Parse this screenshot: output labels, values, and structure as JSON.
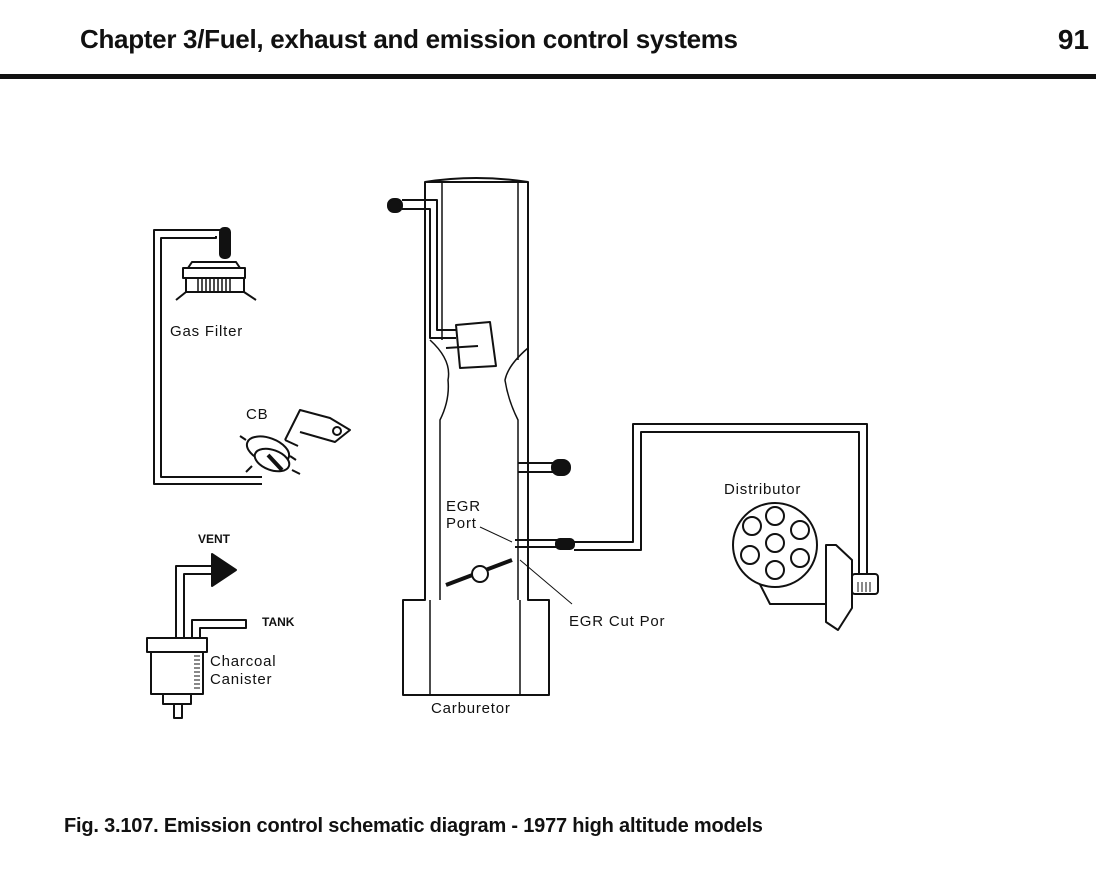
{
  "header": {
    "title": "Chapter 3/Fuel, exhaust and emission control systems",
    "page_number": "91"
  },
  "figure": {
    "labels": {
      "gas_filter": "Gas Filter",
      "cb": "CB",
      "vent": "VENT",
      "tank": "TANK",
      "charcoal": "Charcoal",
      "canister": "Canister",
      "egr": "EGR",
      "port": "Port",
      "egr_cut_port": "EGR Cut Por",
      "carburetor": "Carburetor",
      "distributor": "Distributor"
    }
  },
  "caption": "Fig. 3.107. Emission control schematic diagram - 1977 high altitude models"
}
